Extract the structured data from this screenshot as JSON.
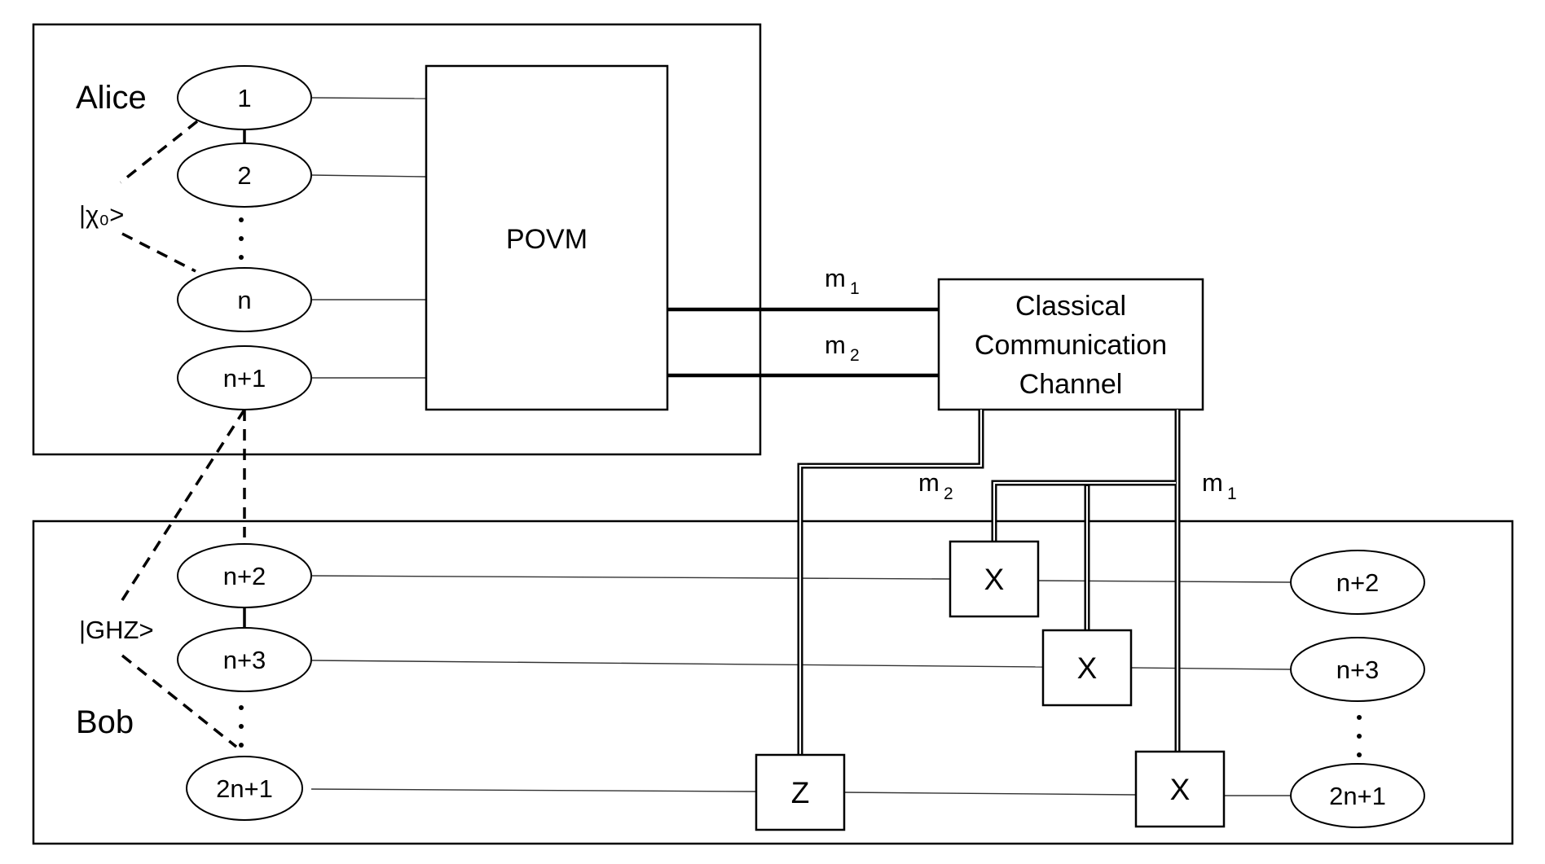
{
  "diagram": {
    "type": "quantum-teleportation-circuit",
    "parties": {
      "alice": {
        "label": "Alice"
      },
      "bob": {
        "label": "Bob"
      }
    },
    "states": {
      "chi0": {
        "label": "|χ₀>"
      },
      "ghz": {
        "label": "|GHZ>"
      }
    },
    "alice_qubits": [
      {
        "label": "1"
      },
      {
        "label": "2"
      },
      {
        "label": "n"
      },
      {
        "label": "n+1"
      }
    ],
    "bob_qubits_in": [
      {
        "label": "n+2"
      },
      {
        "label": "n+3"
      },
      {
        "label": "2n+1"
      }
    ],
    "bob_qubits_out": [
      {
        "label": "n+2"
      },
      {
        "label": "n+3"
      },
      {
        "label": "2n+1"
      }
    ],
    "ellipsis": "⋮",
    "povm": {
      "label": "POVM"
    },
    "channel": {
      "lines": [
        "Classical",
        "Communication",
        "Channel"
      ]
    },
    "messages": {
      "m1": {
        "base": "m",
        "sub": "1"
      },
      "m2": {
        "base": "m",
        "sub": "2"
      }
    },
    "gates": [
      {
        "label": "X",
        "qubit": "n+2",
        "controlled_by": "m1"
      },
      {
        "label": "X",
        "qubit": "n+3",
        "controlled_by": "m1"
      },
      {
        "label": "Z",
        "qubit": "2n+1",
        "controlled_by": "m2"
      },
      {
        "label": "X",
        "qubit": "2n+1",
        "controlled_by": "m1"
      }
    ],
    "edges": [
      {
        "from": "alice_qubits.*",
        "to": "povm",
        "kind": "quantum-wire"
      },
      {
        "from": "povm",
        "to": "channel",
        "kind": "classical-thick",
        "label": "m1"
      },
      {
        "from": "povm",
        "to": "channel",
        "kind": "classical-thick",
        "label": "m2"
      },
      {
        "from": "channel",
        "to": "Z",
        "kind": "classical-double",
        "label": "m2"
      },
      {
        "from": "channel",
        "to": "X (n+2), X (n+3), X (2n+1)",
        "kind": "classical-double",
        "label": "m1"
      },
      {
        "from": "chi0",
        "to": "1..n",
        "kind": "entanglement-dashed"
      },
      {
        "from": "ghz",
        "to": "n+1..2n+1",
        "kind": "entanglement-dashed"
      }
    ]
  }
}
